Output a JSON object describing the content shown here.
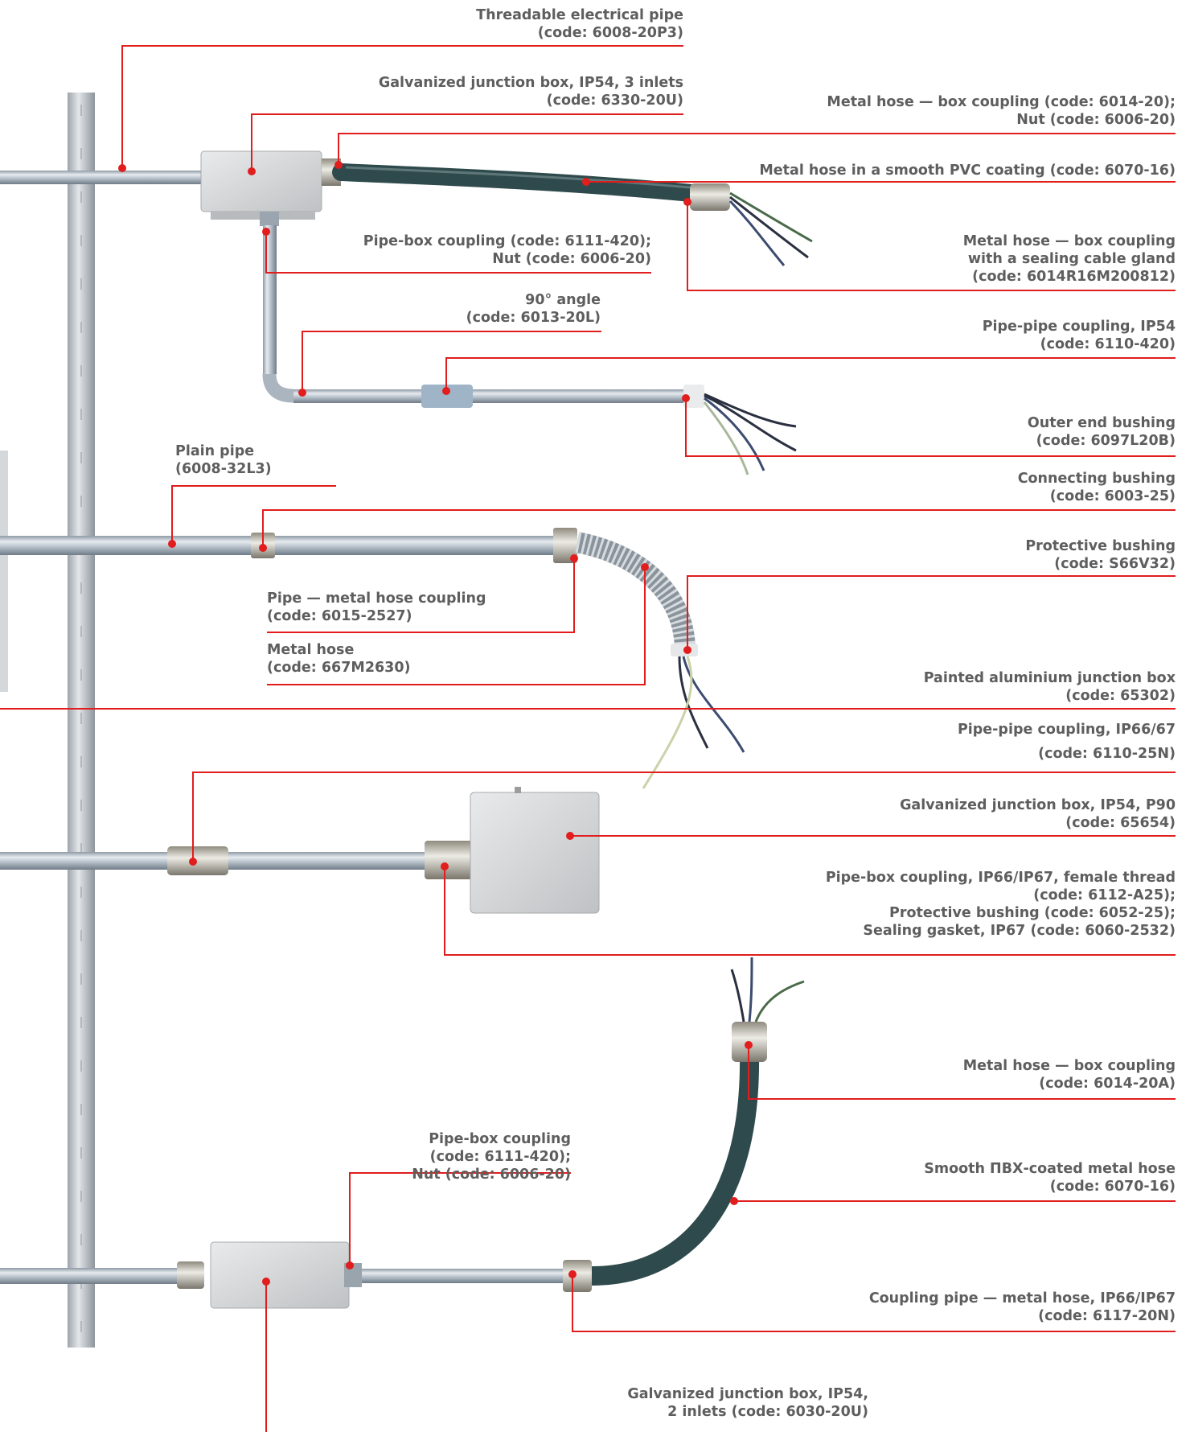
{
  "labels": {
    "l1": [
      "Threadable electrical pipe",
      "(code: 6008-20P3)"
    ],
    "l2": [
      "Galvanized junction box, IP54, 3 inlets",
      "(code: 6330-20U)"
    ],
    "l3": [
      "Metal hose — box coupling (code: 6014-20);",
      "Nut (code: 6006-20)"
    ],
    "l4": [
      "Metal hose in a smooth PVC coating (code: 6070-16)"
    ],
    "l5": [
      "Pipe-box coupling (code: 6111-420);",
      "Nut (code: 6006-20)"
    ],
    "l6": [
      "Metal hose — box coupling",
      "with a sealing cable gland",
      "(code: 6014R16M200812)"
    ],
    "l7": [
      "90° angle",
      "(code: 6013-20L)"
    ],
    "l8": [
      "Pipe-pipe coupling, IP54",
      "(code: 6110-420)"
    ],
    "l9": [
      "Outer end bushing",
      "(code: 6097L20B)"
    ],
    "l10": [
      "Plain pipe",
      "(6008-32L3)"
    ],
    "l11": [
      "Connecting bushing",
      "(code: 6003-25)"
    ],
    "l12": [
      "Protective bushing",
      "(code: S66V32)"
    ],
    "l13": [
      "Pipe — metal hose coupling",
      "(code: 6015-2527)"
    ],
    "l14": [
      "Metal hose",
      "(code: 667M2630)"
    ],
    "l15": [
      "Painted aluminium junction box",
      "(code: 65302)"
    ],
    "l16": [
      "Pipe-pipe coupling, IP66/67",
      "(code: 6110-25N)"
    ],
    "l17": [
      "Galvanized junction box, IP54, P90",
      "(code: 65654)"
    ],
    "l18": [
      "Pipe-box coupling, IP66/IP67, female thread",
      "(code: 6112-A25);",
      "Protective bushing (code: 6052-25);",
      "Sealing gasket, IP67 (code: 6060-2532)"
    ],
    "l19": [
      "Metal hose — box coupling",
      "(code: 6014-20A)"
    ],
    "l20": [
      "Pipe-box coupling",
      "(code: 6111-420);",
      "Nut (code: 6006-20)"
    ],
    "l21": [
      "Smooth ПВХ-coated metal hose",
      "(code: 6070-16)"
    ],
    "l22": [
      "Coupling pipe — metal hose, IP66/IP67",
      "(code: 6117-20N)"
    ],
    "l23": [
      "Galvanized junction box, IP54,",
      "2 inlets (code: 6030-20U)"
    ]
  },
  "colors": {
    "leader": "#e11d1d",
    "label_text": "#5e5e5e",
    "pipe": "#b7c2cc",
    "hose_pvc": "#2f4a4c",
    "rail": "#c9ced3",
    "box": "#cfd1d2"
  }
}
